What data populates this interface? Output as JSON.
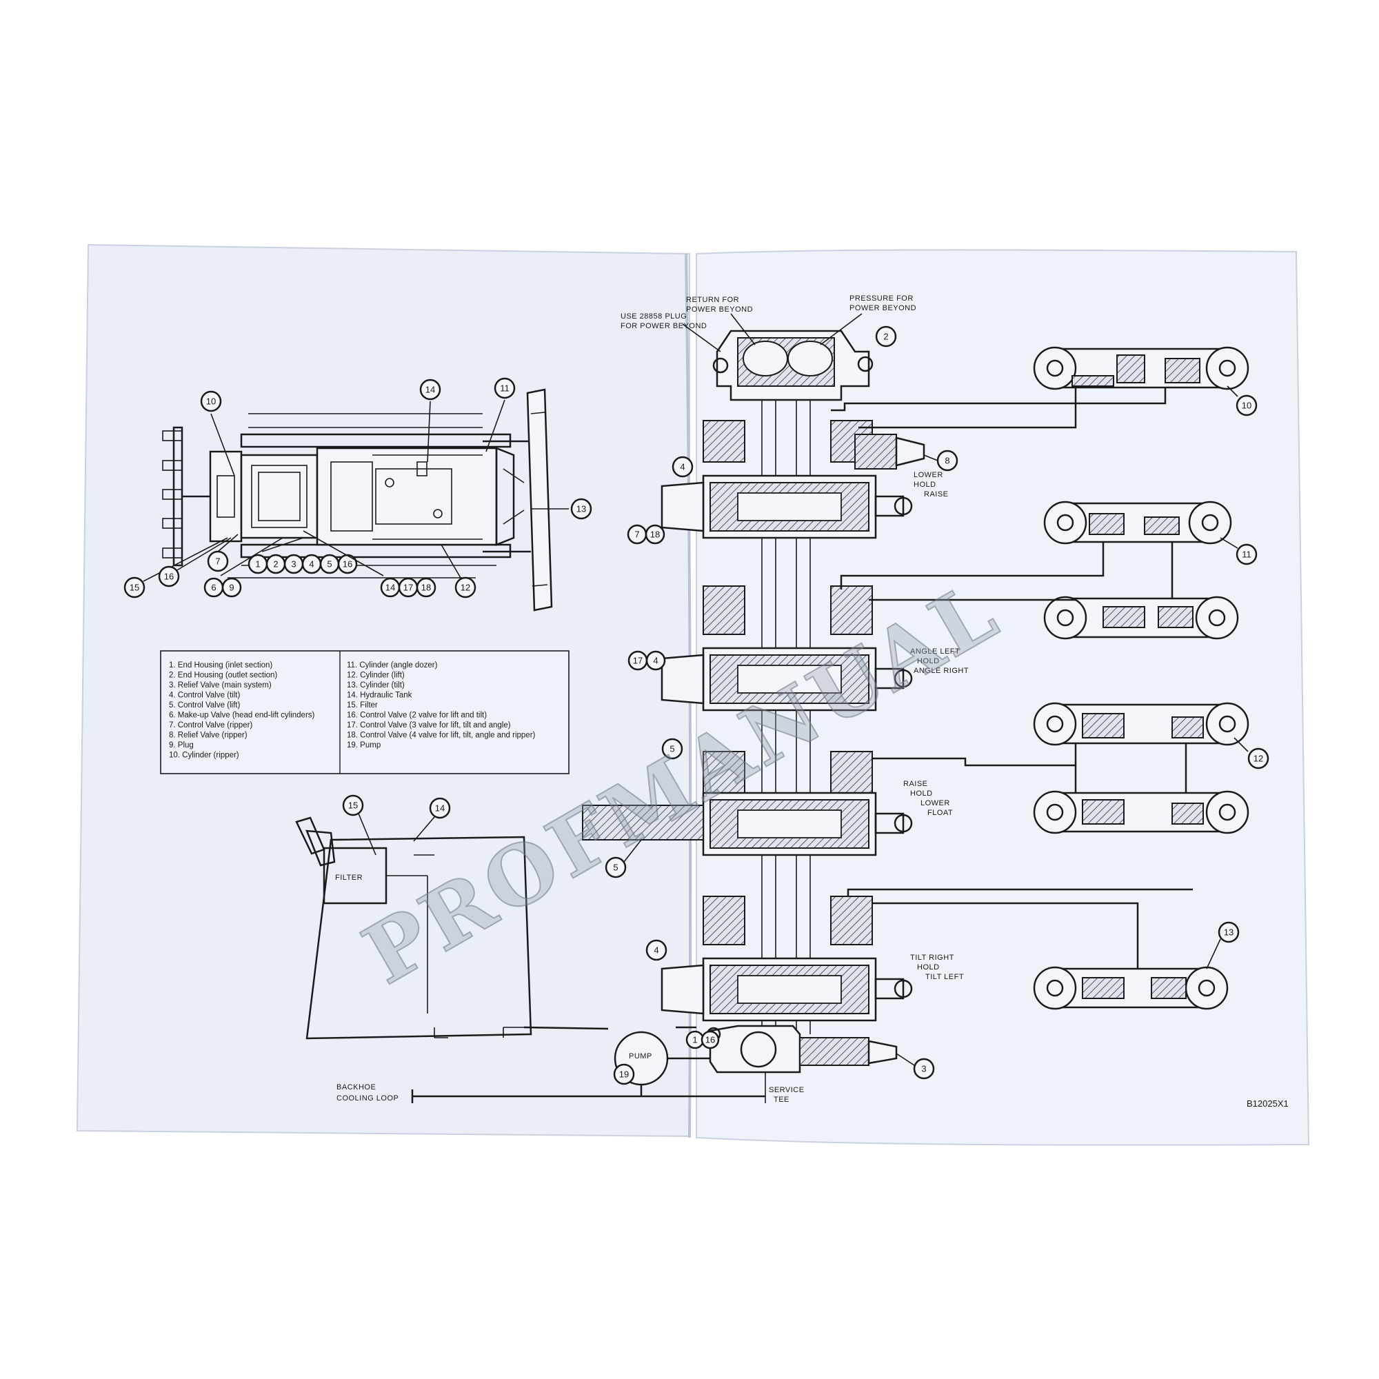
{
  "watermark": "PROFMANUAL",
  "figure_code": "B12025X1",
  "legend_left": [
    "1. End Housing (inlet section)",
    "2. End Housing (outlet section)",
    "3. Relief Valve (main system)",
    "4. Control Valve (tilt)",
    "5. Control Valve (lift)",
    "6. Make-up Valve (head end-lift cylinders)",
    "7. Control Valve (ripper)",
    "8. Relief Valve (ripper)",
    "9. Plug",
    "10. Cylinder (ripper)"
  ],
  "legend_right": [
    "11. Cylinder (angle dozer)",
    "12. Cylinder (lift)",
    "13. Cylinder (tilt)",
    "14. Hydraulic Tank",
    "15. Filter",
    "16. Control Valve (2 valve for lift and tilt)",
    "17. Control Valve (3 valve for lift, tilt and angle)",
    "18. Control Valve (4 valve for lift, tilt, angle and ripper)",
    "19. Pump"
  ],
  "labels": {
    "return_power_beyond": [
      "RETURN FOR",
      "POWER BEYOND"
    ],
    "pressure_power_beyond": [
      "PRESSURE FOR",
      "POWER BEYOND"
    ],
    "use_plug": [
      "USE 28858 PLUG",
      "FOR POWER BEYOND"
    ],
    "ripper_positions": [
      "LOWER",
      "HOLD",
      "RAISE"
    ],
    "angle_positions": [
      "ANGLE LEFT",
      "HOLD",
      "ANGLE RIGHT"
    ],
    "lift_positions": [
      "RAISE",
      "HOLD",
      "LOWER",
      "FLOAT"
    ],
    "tilt_positions": [
      "TILT RIGHT",
      "HOLD",
      "TILT LEFT"
    ],
    "filter": "FILTER",
    "pump": "PUMP",
    "service_tee": [
      "SERVICE",
      "TEE"
    ],
    "backhoe_loop": [
      "BACKHOE",
      "COOLING LOOP"
    ]
  },
  "callouts": {
    "c10": "10",
    "c14a": "14",
    "c11a": "11",
    "c13a": "13",
    "c15a": "15",
    "c16a": "16",
    "c7a": "7",
    "c6": "6",
    "c9": "9",
    "c1": "1",
    "c2a": "2",
    "c3a": "3",
    "c4a": "4",
    "c5a": "5",
    "c16b": "16",
    "c14b": "14",
    "c17a": "17",
    "c18a": "18",
    "c12a": "12",
    "c2": "2",
    "c10r": "10",
    "c4b": "4",
    "c8": "8",
    "c7b": "7",
    "c18b": "18",
    "c11r": "11",
    "c17b": "17",
    "c4c": "4",
    "c5b": "5",
    "c12r": "12",
    "c5c": "5",
    "c4d": "4",
    "c13r": "13",
    "c3b": "3",
    "c19": "19",
    "c1b": "1",
    "c16c": "16",
    "c15b": "15",
    "c14c": "14"
  }
}
